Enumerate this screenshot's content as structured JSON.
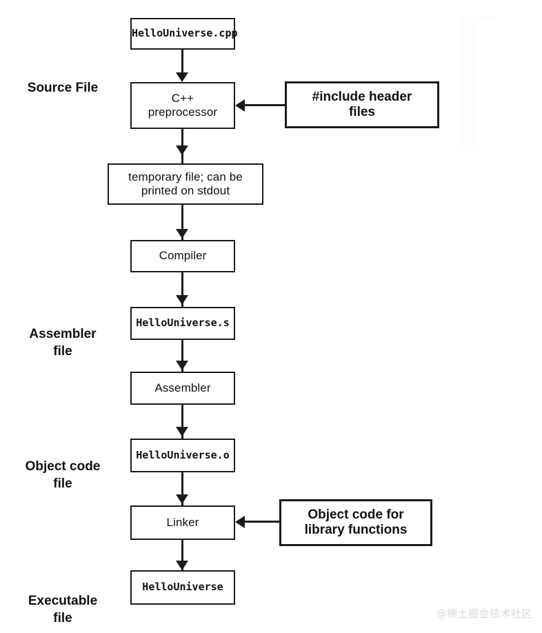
{
  "diagram": {
    "title": "C++ compilation pipeline",
    "colors": {
      "stroke": "#1b1b1b",
      "background": "#ffffff",
      "text": "#111111",
      "watermark": "#d9d9d9"
    },
    "stage_labels": [
      {
        "id": "source-file",
        "text": "Source File"
      },
      {
        "id": "assembler-file",
        "text": "Assembler\nfile"
      },
      {
        "id": "object-code-file",
        "text": "Object code\nfile"
      },
      {
        "id": "executable-file",
        "text": "Executable\nfile"
      }
    ],
    "nodes": [
      {
        "id": "hellouniverse-cpp",
        "text": "HelloUniverse.cpp",
        "style": "mono"
      },
      {
        "id": "cpp-preprocessor",
        "text": "C++\npreprocessor",
        "style": "plain"
      },
      {
        "id": "include-header-files",
        "text": "#include header\nfiles",
        "style": "note"
      },
      {
        "id": "temporary-file",
        "text": "temporary file; can be\nprinted on stdout",
        "style": "plain"
      },
      {
        "id": "compiler",
        "text": "Compiler",
        "style": "plain"
      },
      {
        "id": "hellouniverse-s",
        "text": "HelloUniverse.s",
        "style": "mono"
      },
      {
        "id": "assembler",
        "text": "Assembler",
        "style": "plain"
      },
      {
        "id": "hellouniverse-o",
        "text": "HelloUniverse.o",
        "style": "mono"
      },
      {
        "id": "linker",
        "text": "Linker",
        "style": "plain"
      },
      {
        "id": "object-code-library",
        "text": "Object code for\nlibrary functions",
        "style": "note"
      },
      {
        "id": "hellouniverse",
        "text": "HelloUniverse",
        "style": "mono"
      }
    ],
    "edges": [
      {
        "from": "hellouniverse-cpp",
        "to": "cpp-preprocessor",
        "direction": "down"
      },
      {
        "from": "include-header-files",
        "to": "cpp-preprocessor",
        "direction": "left"
      },
      {
        "from": "cpp-preprocessor",
        "to": "temporary-file",
        "direction": "down"
      },
      {
        "from": "temporary-file",
        "to": "compiler",
        "direction": "down"
      },
      {
        "from": "compiler",
        "to": "hellouniverse-s",
        "direction": "down"
      },
      {
        "from": "hellouniverse-s",
        "to": "assembler",
        "direction": "down"
      },
      {
        "from": "assembler",
        "to": "hellouniverse-o",
        "direction": "down"
      },
      {
        "from": "hellouniverse-o",
        "to": "linker",
        "direction": "down"
      },
      {
        "from": "object-code-library",
        "to": "linker",
        "direction": "left"
      },
      {
        "from": "linker",
        "to": "hellouniverse",
        "direction": "down"
      }
    ],
    "watermark": "@稀土掘金技术社区"
  }
}
